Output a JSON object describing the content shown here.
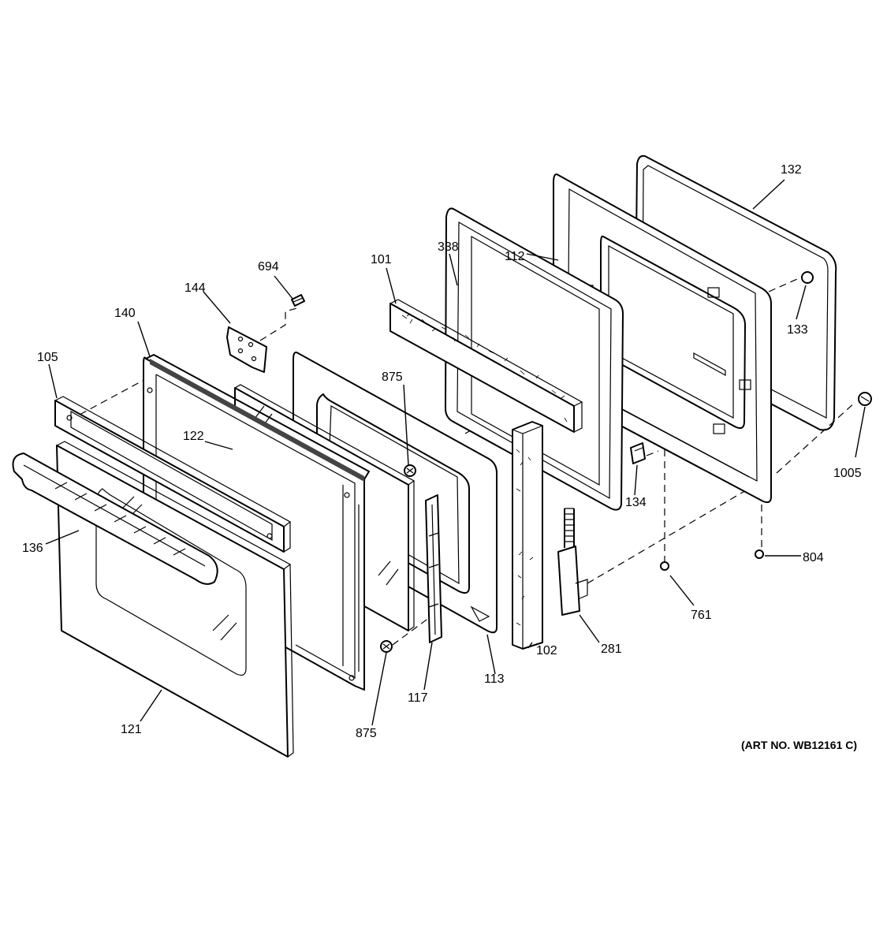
{
  "art_number": "(ART NO. WB12161 C)",
  "callouts": {
    "p101": "101",
    "p102": "102",
    "p105": "105",
    "p112": "112",
    "p113": "113",
    "p117": "117",
    "p121": "121",
    "p122": "122",
    "p132": "132",
    "p133": "133",
    "p134": "134",
    "p136": "136",
    "p140": "140",
    "p144": "144",
    "p281": "281",
    "p338": "338",
    "p694": "694",
    "p761": "761",
    "p804": "804",
    "p875a": "875",
    "p875b": "875",
    "p1005": "1005"
  }
}
